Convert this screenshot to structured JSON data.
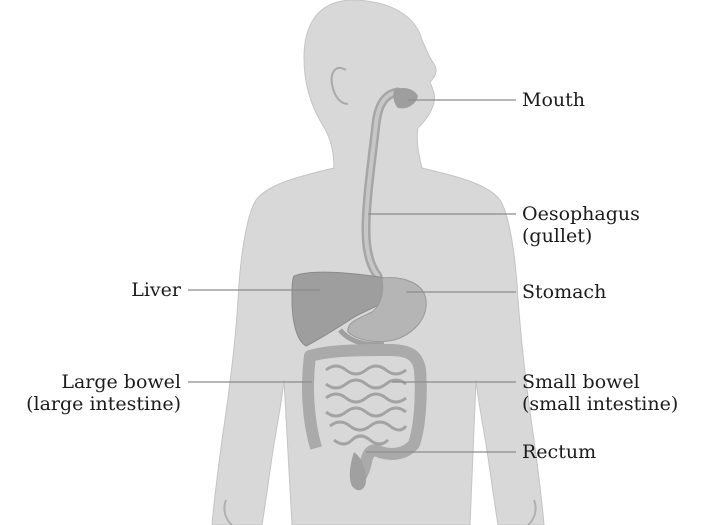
{
  "labels": {
    "mouth": "Mouth",
    "oesophagus": [
      "Oesophagus",
      "(gullet)"
    ],
    "stomach": "Stomach",
    "small_bowel": [
      "Small bowel",
      "(small intestine)"
    ],
    "rectum": "Rectum",
    "liver": "Liver",
    "large_bowel": [
      "Large bowel",
      "(large intestine)"
    ]
  },
  "colors": {
    "body": "#d8d8d8",
    "body_outline": "#b5b5b5",
    "organ_dark": "#9e9e9e",
    "organ_mid": "#bdbdbd",
    "leader_line": "#8c8c8c",
    "text": "#1b1b1b"
  }
}
